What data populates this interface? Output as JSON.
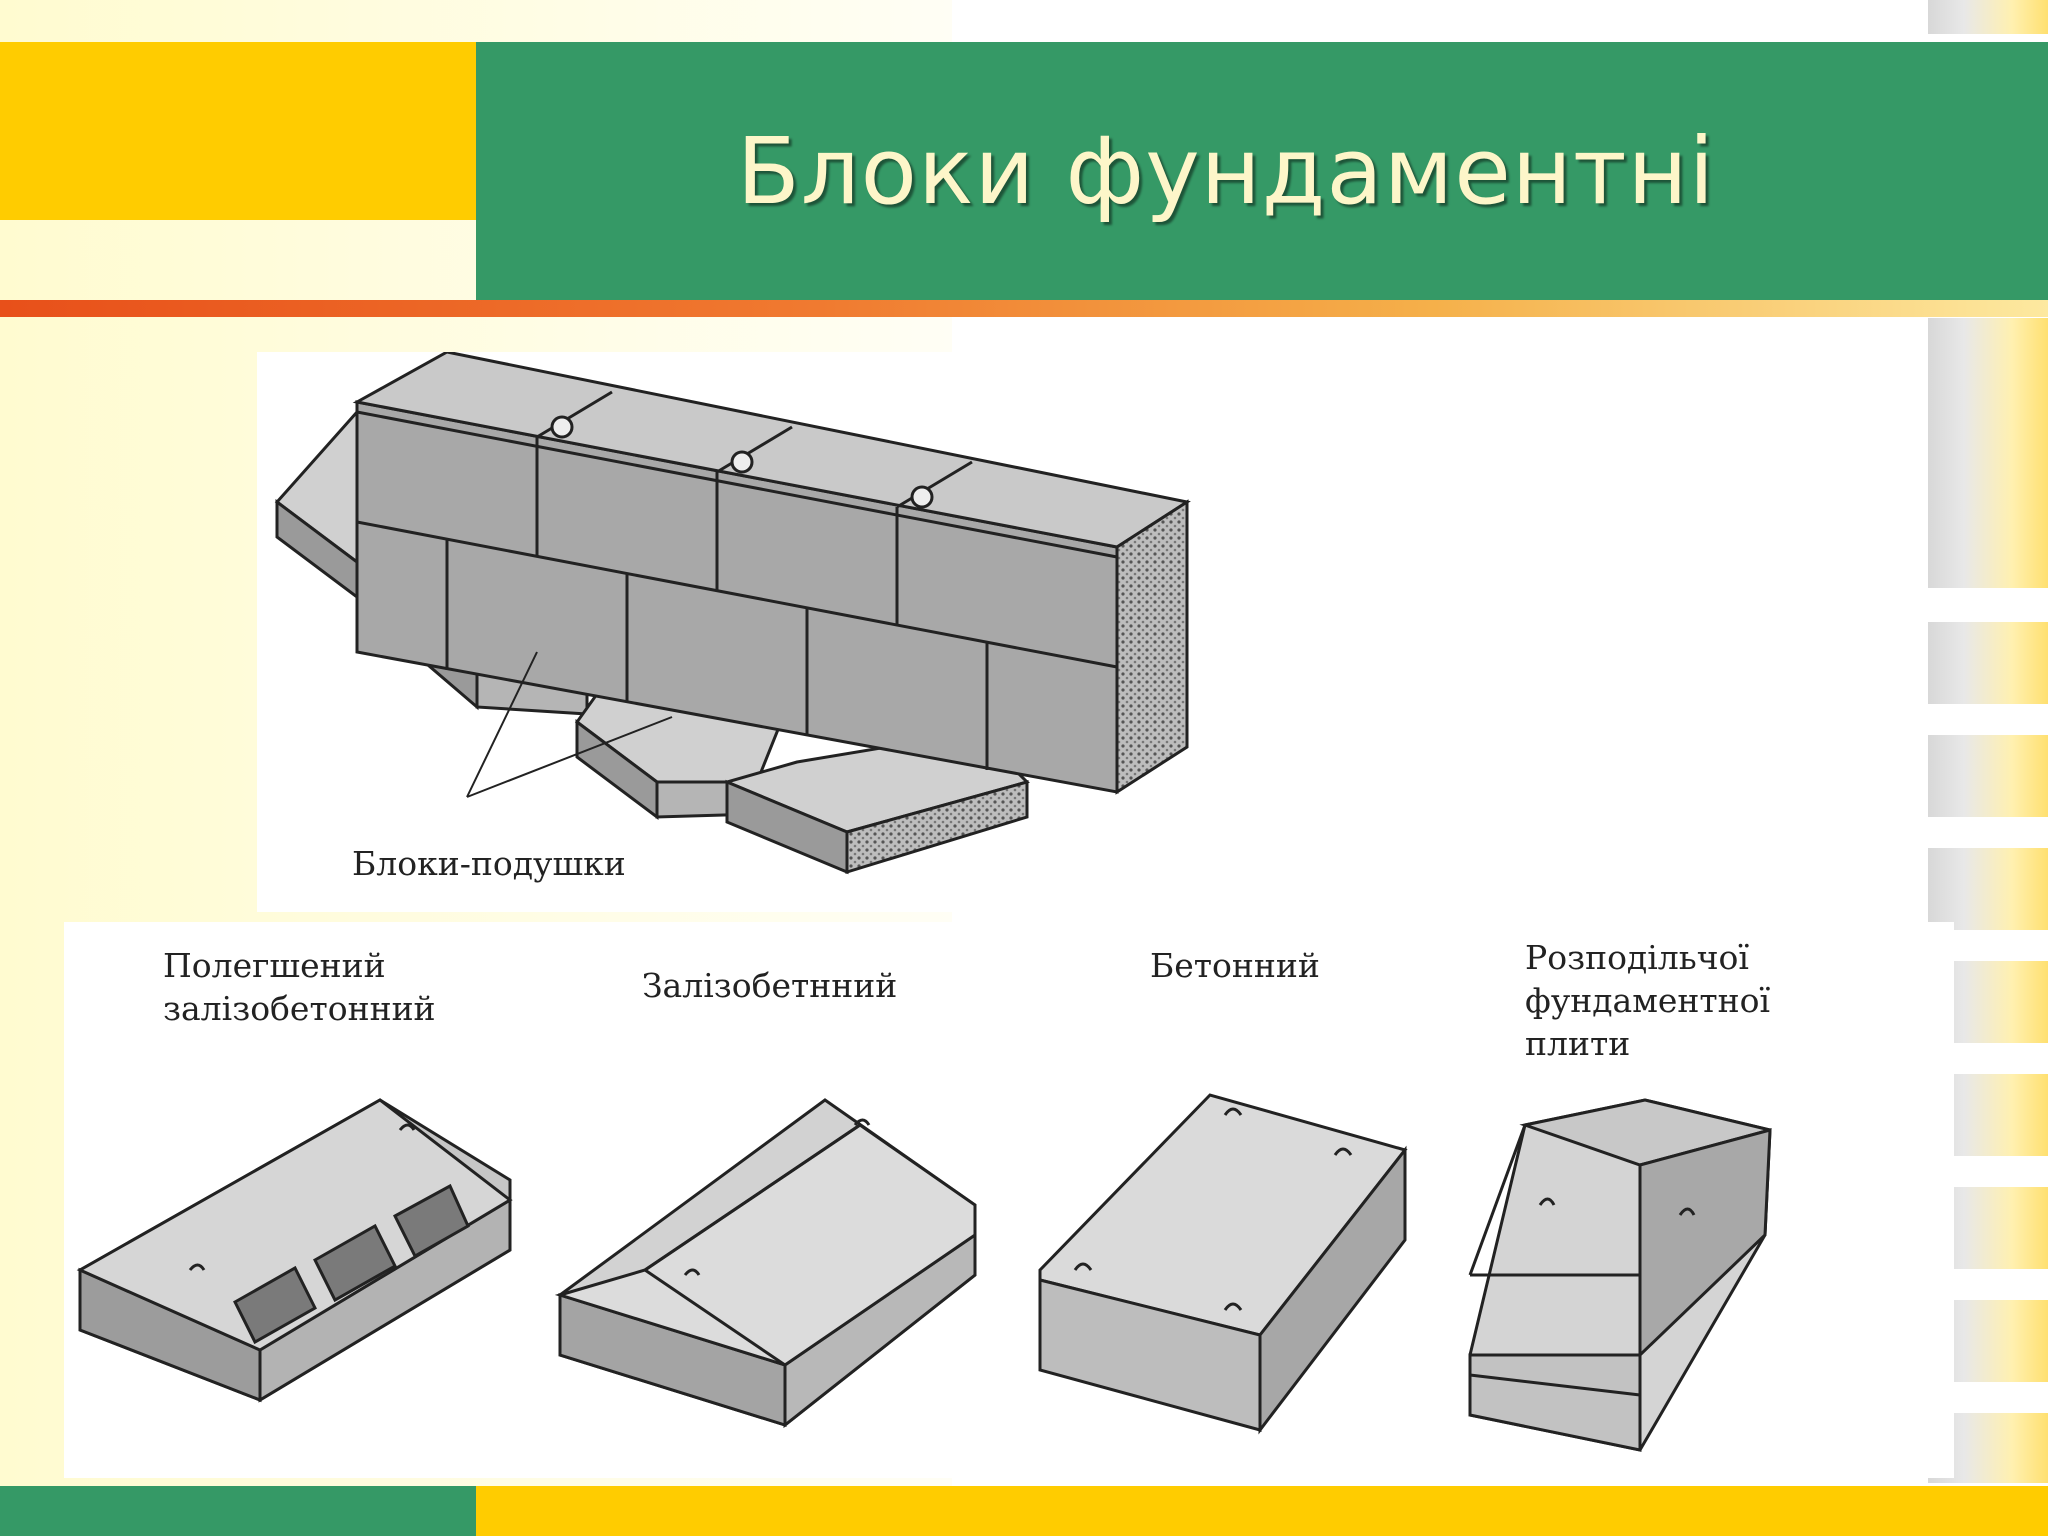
{
  "slide": {
    "title": "Блоки фундаментні"
  },
  "diagram": {
    "callout_label": "Блоки-подушки",
    "block_types": [
      {
        "label": "Полегшений\nзалізобетонний"
      },
      {
        "label": "Залізобетнний"
      },
      {
        "label": "Бетонний"
      },
      {
        "label": "Розподільчої\nфундаментної\nплити"
      }
    ]
  },
  "colors": {
    "green": "#359966",
    "yellow": "#ffcc00",
    "title_text": "#fdf6c9",
    "rule_orange": "#e8501a"
  }
}
